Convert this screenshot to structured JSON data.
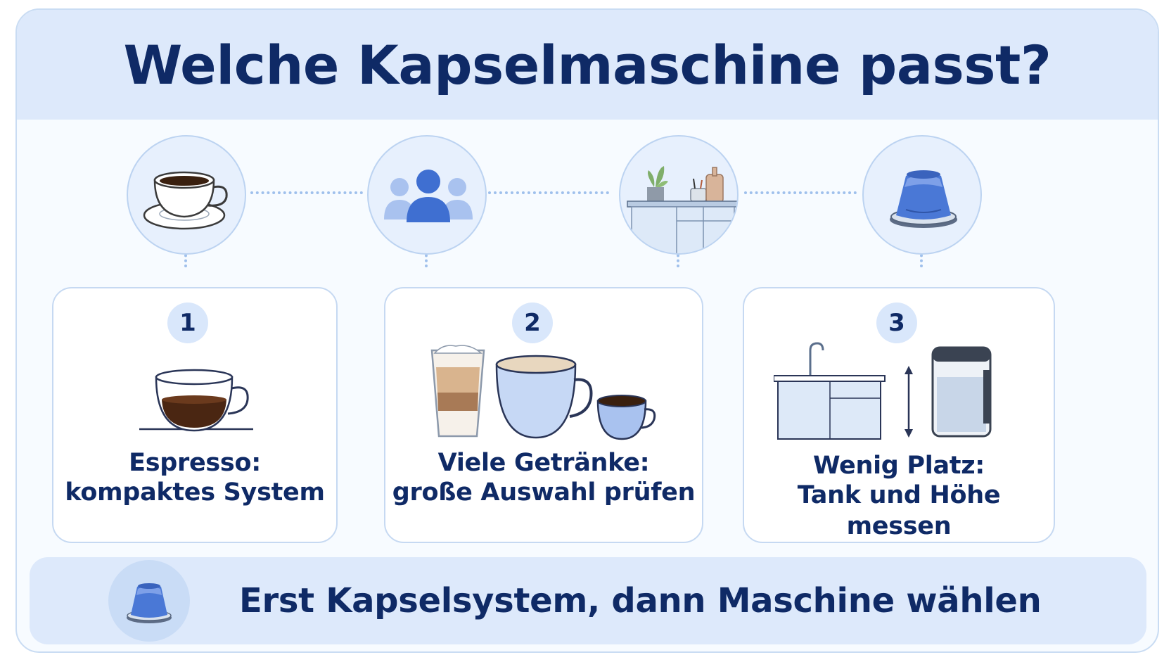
{
  "header": {
    "title": "Welche Kapselmaschine passt?"
  },
  "top_icons": [
    {
      "icon": "coffee-cup-icon"
    },
    {
      "icon": "group-people-icon"
    },
    {
      "icon": "kitchen-counter-icon"
    },
    {
      "icon": "coffee-capsule-icon"
    }
  ],
  "cards": [
    {
      "number": "1",
      "line1": "Espresso:",
      "line2": "kompaktes System",
      "icon": "espresso-cup-icon"
    },
    {
      "number": "2",
      "line1": "Viele Getränke:",
      "line2": "große Auswahl prüfen",
      "icon": "drinks-selection-icon"
    },
    {
      "number": "3",
      "line1": "Wenig Platz:",
      "line2": "Tank und Höhe messen",
      "icon": "water-tank-height-icon"
    }
  ],
  "footer": {
    "text": "Erst Kapselsystem, dann Maschine wählen",
    "icon": "coffee-capsule-icon"
  },
  "colors": {
    "title": "#0f2a66",
    "header_bg": "#dde9fb",
    "accent": "#3f6fd1",
    "border": "#c6d9f2"
  }
}
